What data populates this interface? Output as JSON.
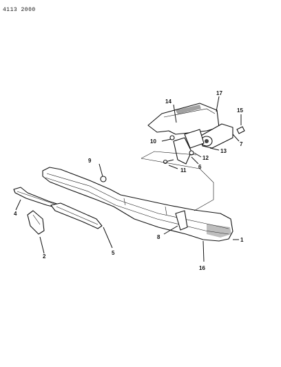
{
  "diagram_code": "4113 2000",
  "callouts": {
    "c1": "1",
    "c2": "2",
    "c4": "4",
    "c5": "5",
    "c6": "6",
    "c7": "7",
    "c8": "8",
    "c9": "9",
    "c10": "10",
    "c11": "11",
    "c12": "12",
    "c13": "13",
    "c14": "14",
    "c15": "15",
    "c16": "16",
    "c17": "17"
  }
}
